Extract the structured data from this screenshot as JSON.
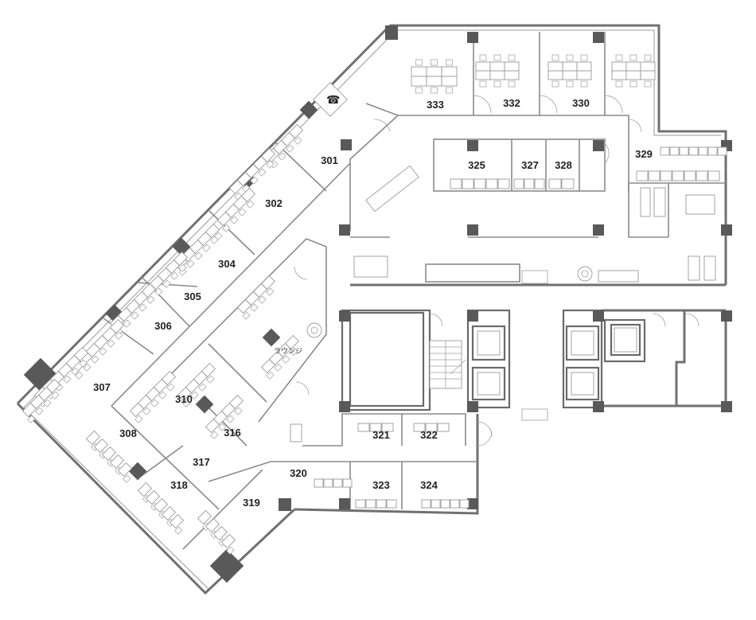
{
  "plan": {
    "rooms": [
      {
        "id": "333",
        "label": "333"
      },
      {
        "id": "332",
        "label": "332"
      },
      {
        "id": "330",
        "label": "330"
      },
      {
        "id": "301",
        "label": "301"
      },
      {
        "id": "329",
        "label": "329"
      },
      {
        "id": "325",
        "label": "325"
      },
      {
        "id": "327",
        "label": "327"
      },
      {
        "id": "328",
        "label": "328"
      },
      {
        "id": "302",
        "label": "302"
      },
      {
        "id": "304",
        "label": "304"
      },
      {
        "id": "305",
        "label": "305"
      },
      {
        "id": "306",
        "label": "306"
      },
      {
        "id": "307",
        "label": "307"
      },
      {
        "id": "310",
        "label": "310"
      },
      {
        "id": "316",
        "label": "316"
      },
      {
        "id": "308",
        "label": "308"
      },
      {
        "id": "317",
        "label": "317"
      },
      {
        "id": "318",
        "label": "318"
      },
      {
        "id": "319",
        "label": "319"
      },
      {
        "id": "320",
        "label": "320"
      },
      {
        "id": "321",
        "label": "321"
      },
      {
        "id": "322",
        "label": "322"
      },
      {
        "id": "323",
        "label": "323"
      },
      {
        "id": "324",
        "label": "324"
      }
    ],
    "lounge_label": "ラウンジ",
    "phone_icon": "phone-icon",
    "colors": {
      "wall": "#707070",
      "pillar": "#595959",
      "furniture": "#9a9a9a"
    }
  }
}
